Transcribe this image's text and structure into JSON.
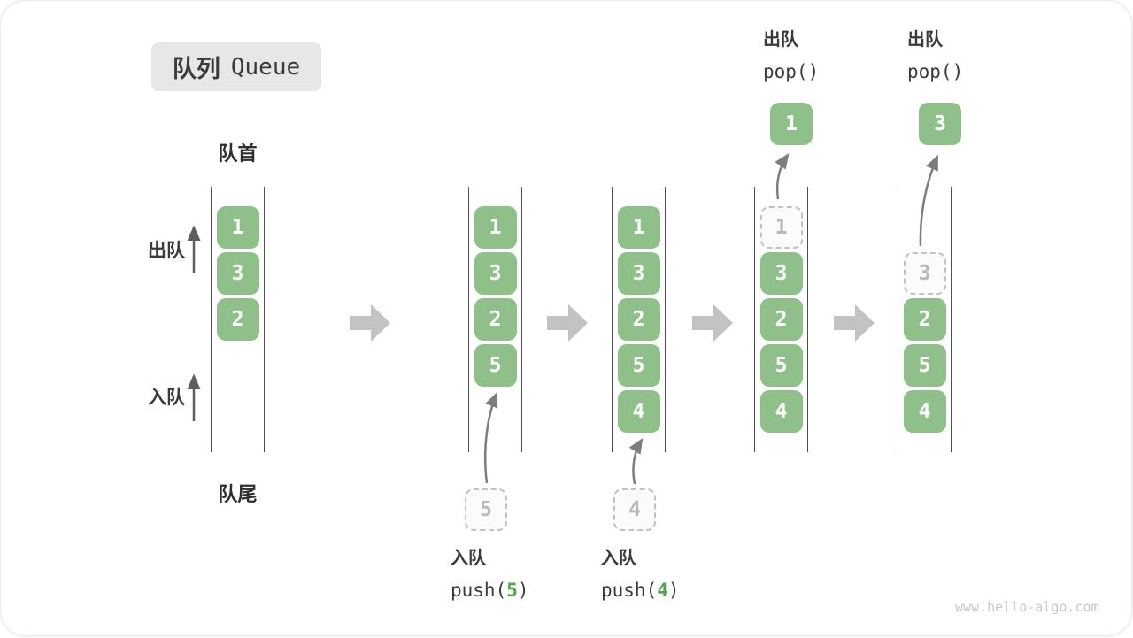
{
  "title": {
    "zh": "队列",
    "en": "Queue"
  },
  "labels": {
    "front": "队首",
    "rear": "队尾",
    "dequeue": "出队",
    "enqueue": "入队"
  },
  "states": [
    {
      "cells": [
        "1",
        "3",
        "2"
      ]
    },
    {
      "cells": [
        "1",
        "3",
        "2",
        "5"
      ],
      "ghost": "5"
    },
    {
      "cells": [
        "1",
        "3",
        "2",
        "5",
        "4"
      ],
      "ghost": "4"
    },
    {
      "ghost": "1",
      "cells": [
        "3",
        "2",
        "5",
        "4"
      ],
      "popped": "1"
    },
    {
      "ghost": "3",
      "cells": [
        "2",
        "5",
        "4"
      ],
      "popped": "3"
    }
  ],
  "operations": {
    "push5": {
      "action": "入队",
      "fn_open": "push(",
      "arg": "5",
      "fn_close": ")"
    },
    "push4": {
      "action": "入队",
      "fn_open": "push(",
      "arg": "4",
      "fn_close": ")"
    },
    "pop1": {
      "action": "出队",
      "fn": "pop()"
    },
    "pop2": {
      "action": "出队",
      "fn": "pop()"
    }
  },
  "watermark": "www.hello-algo.com",
  "colors": {
    "cell_green": "#8fc08a",
    "arg_green": "#55a14e",
    "arrow_gray": "#c3c3c3"
  }
}
